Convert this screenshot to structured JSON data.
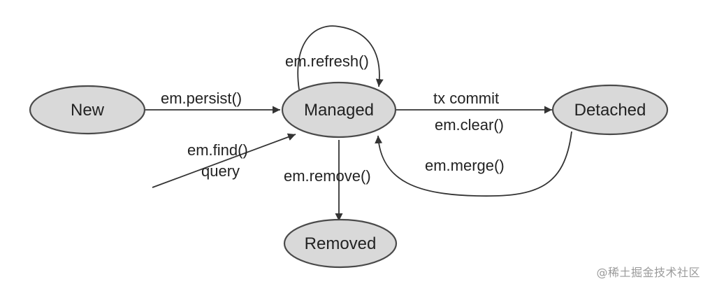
{
  "nodes": {
    "new": "New",
    "managed": "Managed",
    "detached": "Detached",
    "removed": "Removed"
  },
  "edges": {
    "persist": "em.persist()",
    "refresh": "em.refresh()",
    "commit_line1": "tx commit",
    "commit_line2": "em.clear()",
    "merge": "em.merge()",
    "find_line1": "em.find()",
    "find_line2": "query",
    "remove": "em.remove()"
  },
  "watermark": "@稀土掘金技术社区",
  "colors": {
    "node_fill": "#d9d9d9",
    "node_stroke": "#4a4a4a",
    "edge": "#333333"
  }
}
